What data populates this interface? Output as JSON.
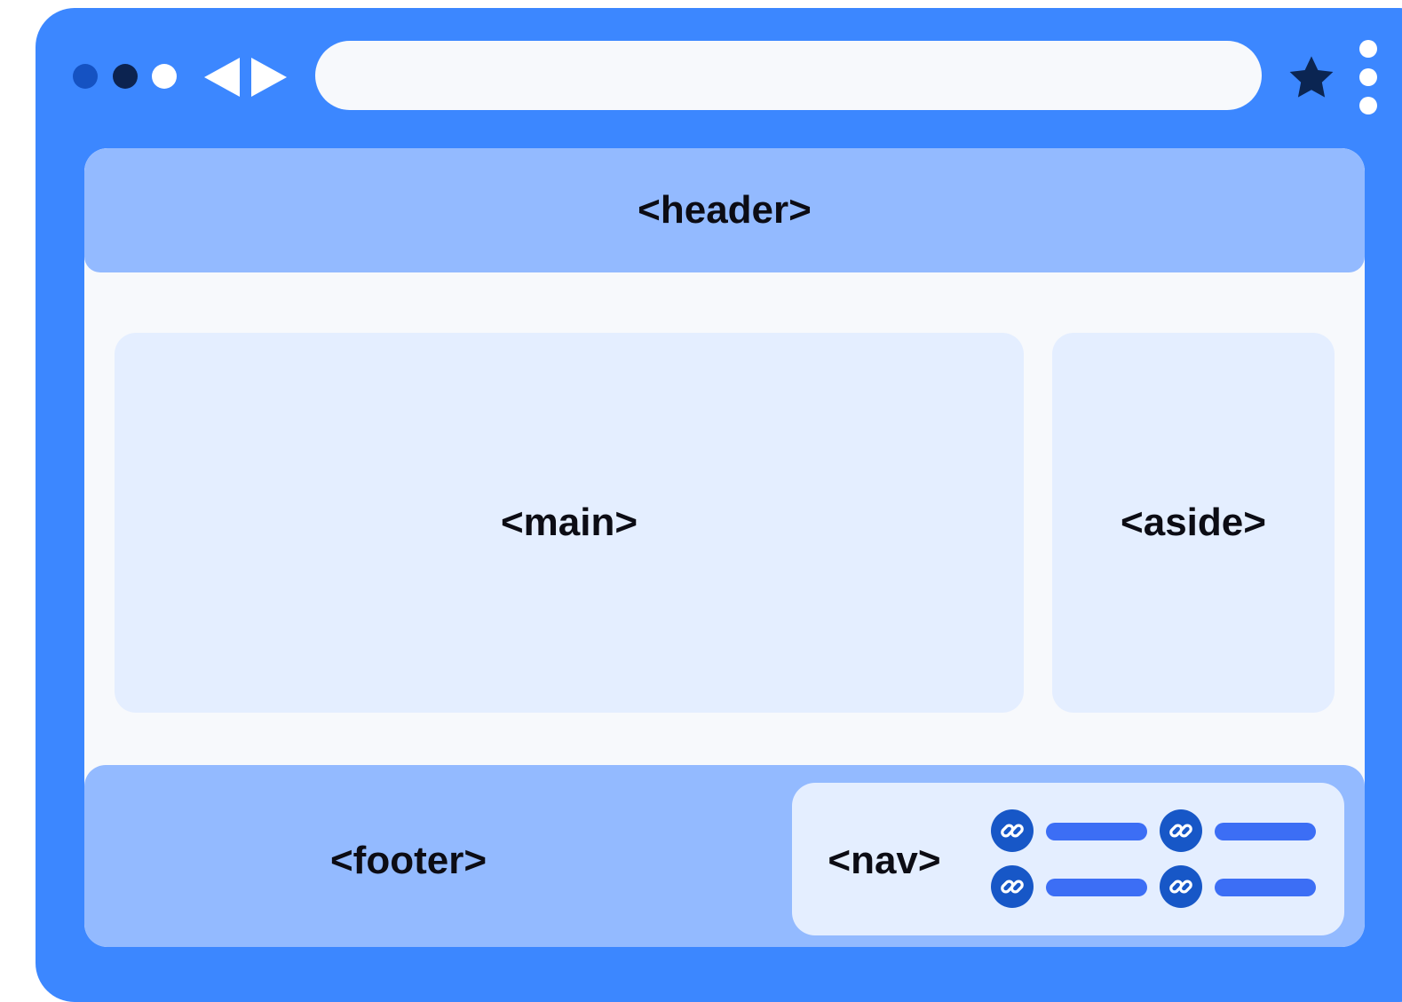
{
  "browser": {
    "window_dots": [
      {
        "name": "dot-1",
        "color": "#1552c2"
      },
      {
        "name": "dot-2",
        "color": "#0c2350"
      },
      {
        "name": "dot-3",
        "color": "#ffffff"
      }
    ],
    "back_icon": "triangle-left-icon",
    "forward_icon": "triangle-right-icon",
    "address_bar": {
      "value": "",
      "placeholder": ""
    },
    "bookmark_icon": "star-icon",
    "menu_icon": "kebab-menu-icon",
    "frame_color": "#3c87ff"
  },
  "layout": {
    "header_label": "<header>",
    "main_label": "<main>",
    "aside_label": "<aside>",
    "footer_label": "<footer>",
    "nav_label": "<nav>",
    "nav_links": [
      {
        "icon": "link-icon"
      },
      {
        "icon": "link-icon"
      },
      {
        "icon": "link-icon"
      },
      {
        "icon": "link-icon"
      }
    ],
    "colors": {
      "header_footer": "#93baff",
      "content_panels": "#e4eeff",
      "page_background": "#f7f9fc",
      "link_icon": "#1757c7",
      "link_bar": "#3c6ef5",
      "label_text": "#0c0c14"
    }
  }
}
